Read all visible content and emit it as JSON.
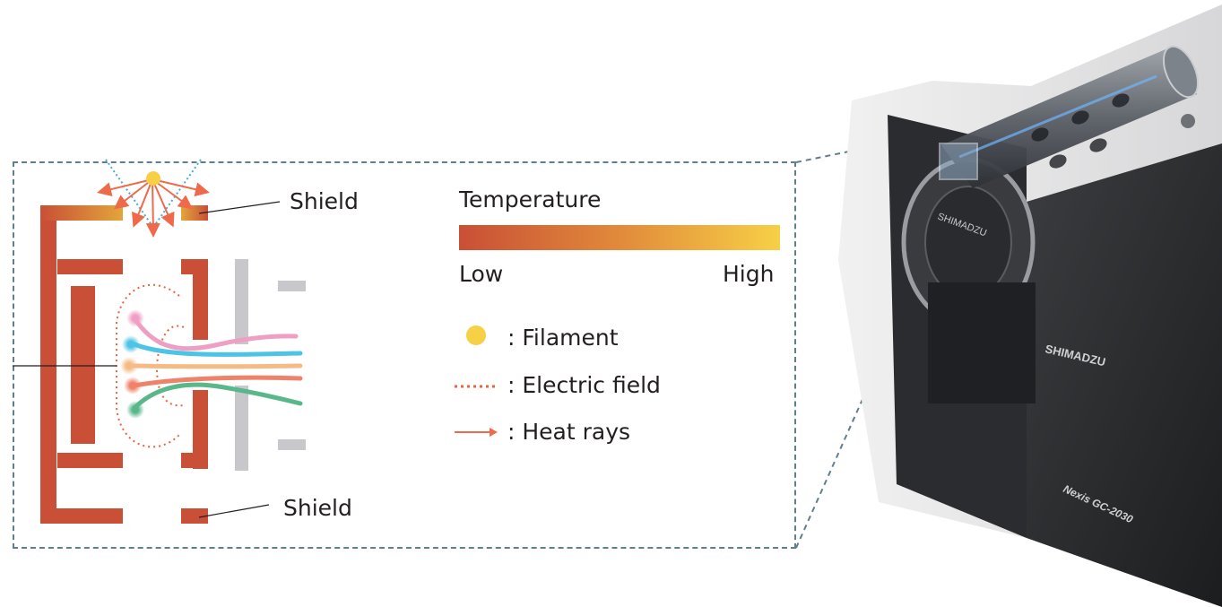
{
  "diagram": {
    "shield_top_label": "Shield",
    "shield_bottom_label": "Shield",
    "temperature_title": "Temperature",
    "temperature_low": "Low",
    "temperature_high": "High",
    "legend": {
      "filament": ": Filament",
      "electric_field": ": Electric field",
      "heat_rays": ": Heat rays"
    }
  },
  "colors": {
    "shield_hot": "#c94f36",
    "shield_warm": "#e3a53a",
    "filament": "#f7d046",
    "electric_field": "#e9643b",
    "heat_ray": "#ee6a4a",
    "electrode_gray": "#c8c8cc",
    "callout_border": "#5e7f8c",
    "beam_pink": "#ef9ec4",
    "beam_blue": "#4dc3e6",
    "beam_orange": "#f6bb84",
    "beam_salmon": "#ee8369",
    "beam_green": "#5ab78a"
  },
  "product": {
    "brand": "SHIMADZU",
    "model": "Nexis GC-2030"
  }
}
